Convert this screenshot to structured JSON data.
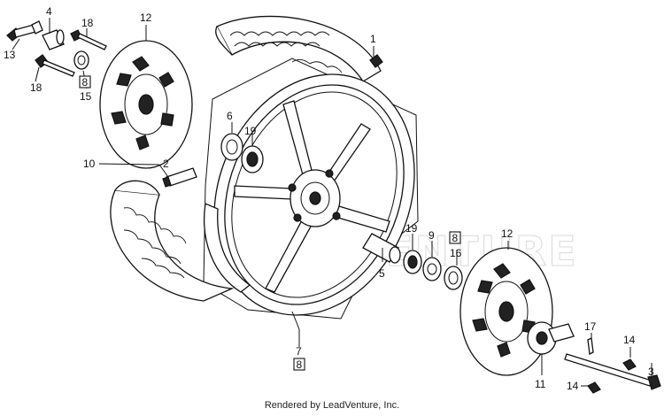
{
  "callouts": {
    "c1": "1",
    "c2": "2",
    "c3": "3",
    "c4": "4",
    "c5": "5",
    "c6": "6",
    "c7": "7",
    "c8a": "8",
    "c8b": "8",
    "c8c": "8",
    "c9": "9",
    "c10": "10",
    "c11": "11",
    "c12a": "12",
    "c12b": "12",
    "c13": "13",
    "c14a": "14",
    "c14b": "14",
    "c15": "15",
    "c16": "16",
    "c17": "17",
    "c18a": "18",
    "c18b": "18",
    "c19a": "19",
    "c19b": "19"
  },
  "watermark": "LEADVENTURE",
  "footer": "Rendered by LeadVenture, Inc.",
  "colors": {
    "ink": "#111111",
    "paper": "#ffffff",
    "watermark": "#c9c9c9"
  }
}
